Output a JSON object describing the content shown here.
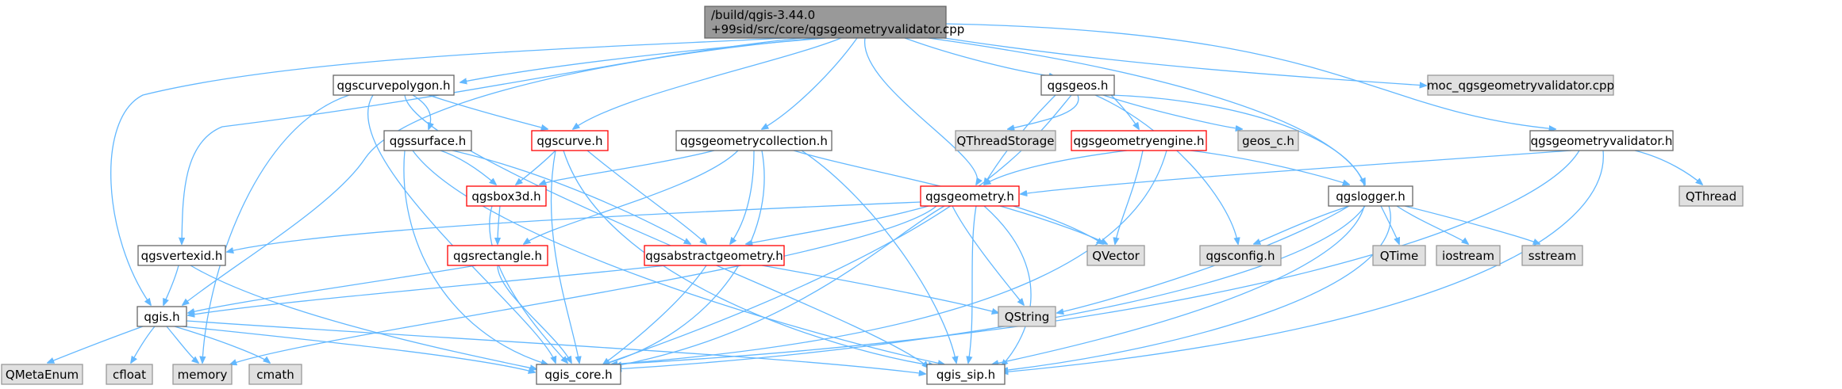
{
  "root": {
    "line1": "/build/qgis-3.44.0",
    "line2": "+99sid/src/core/qgsgeometryvalidator.cpp"
  },
  "nodes": {
    "qgscurvepolygon_h": "qgscurvepolygon.h",
    "qgsgeos_h": "qgsgeos.h",
    "moc_cpp": "moc_qgsgeometryvalidator.cpp",
    "qgssurface_h": "qgssurface.h",
    "qgscurve_h": "qgscurve.h",
    "qgsgeometrycollection_h": "qgsgeometrycollection.h",
    "QThreadStorage": "QThreadStorage",
    "qgsgeometryengine_h": "qgsgeometryengine.h",
    "geos_c_h": "geos_c.h",
    "qgsgeometryvalidator_h": "qgsgeometryvalidator.h",
    "qgsbox3d_h": "qgsbox3d.h",
    "qgsgeometry_h": "qgsgeometry.h",
    "qgslogger_h": "qgslogger.h",
    "QThread": "QThread",
    "qgsvertexid_h": "qgsvertexid.h",
    "qgsrectangle_h": "qgsrectangle.h",
    "qgsabstractgeometry_h": "qgsabstractgeometry.h",
    "QVector": "QVector",
    "qgsconfig_h": "qgsconfig.h",
    "QTime": "QTime",
    "iostream": "iostream",
    "sstream": "sstream",
    "qgis_h": "qgis.h",
    "QString": "QString",
    "QMetaEnum": "QMetaEnum",
    "cfloat": "cfloat",
    "memory": "memory",
    "cmath": "cmath",
    "qgis_core_h": "qgis_core.h",
    "qgis_sip_h": "qgis_sip.h"
  },
  "colors": {
    "edge": "#63b8ff",
    "red_border": "#ff0000",
    "doc_border": "#666666",
    "external_fill": "#e0e0e0",
    "root_fill": "#999999"
  }
}
